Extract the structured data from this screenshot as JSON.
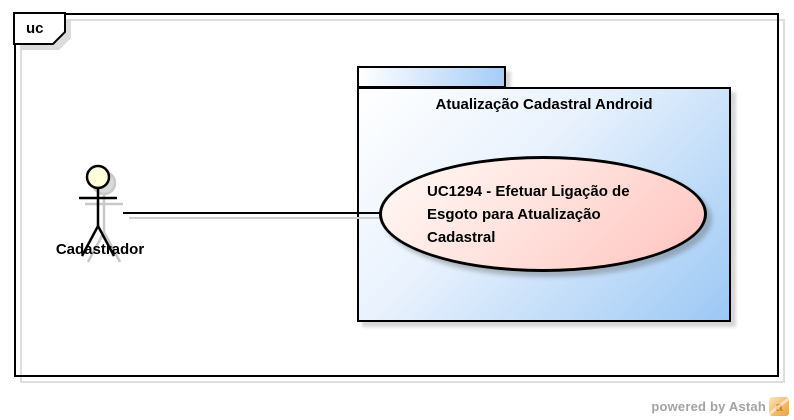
{
  "frame": {
    "label": "uc"
  },
  "package": {
    "title": "Atualização Cadastral Android"
  },
  "usecase": {
    "label": "UC1294 - Efetuar Ligação de\nEsgoto para Atualização\nCadastral"
  },
  "actor": {
    "name": "Cadastrador"
  },
  "watermark": {
    "text": "powered by Astah",
    "logo_letter": "a"
  },
  "colors": {
    "package_fill_end": "#9cc8f5",
    "usecase_fill_end": "#ffc3bf",
    "actor_head_fill": "#ffffdd",
    "shadow": "#d7d7d7",
    "border": "#000000",
    "watermark_text": "#a3a3a3",
    "astah_logo_orange": "#e8a34a"
  }
}
